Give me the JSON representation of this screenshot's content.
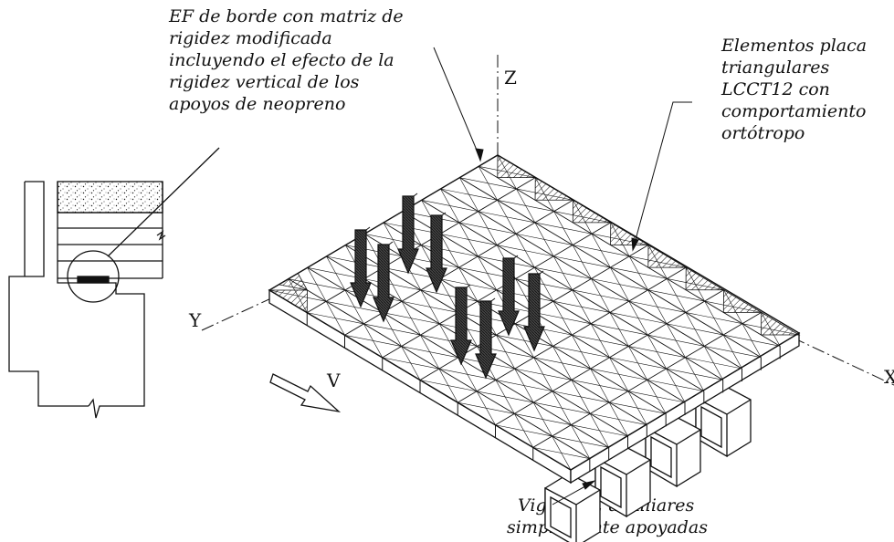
{
  "annotations": {
    "edge_elements": [
      "EF de borde con matriz de",
      "rigidez modificada",
      "incluyendo el efecto de la",
      "rigidez vertical de los",
      "apoyos de neopreno"
    ],
    "plate_elements": [
      "Elementos placa",
      "triangulares",
      "LCCT12 con",
      "comportamiento",
      "ortótropo"
    ],
    "beams": [
      "Vigas B-E auxiliares",
      "simplemente apoyadas"
    ]
  },
  "axes": {
    "z": "Z",
    "y": "Y",
    "x": "X",
    "direction": "V"
  },
  "colors": {
    "ink": "#111111",
    "background": "#ffffff"
  },
  "loads": {
    "count": 8
  }
}
